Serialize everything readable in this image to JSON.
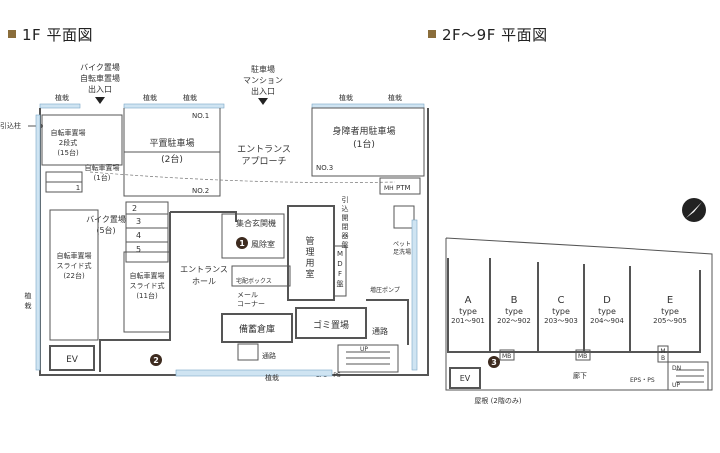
{
  "headings": {
    "floor1": "1F 平面図",
    "floor2": "2F～9F 平面図"
  },
  "colors": {
    "wall": "#555555",
    "planter": "#cfe4f2",
    "marker": "#3d2b1f",
    "heading_bullet": "#8a6d3b"
  },
  "floor1": {
    "bike_entrance": [
      "バイク置場",
      "自転車置場",
      "出入口"
    ],
    "car_entrance": [
      "駐車場",
      "マンション",
      "出入口"
    ],
    "hikikomi": "引込柱",
    "planter": "植栽",
    "planter_side": [
      "植",
      "栽"
    ],
    "bicycle_2tier": [
      "自転車置場",
      "2段式",
      "(15台)"
    ],
    "bicycle_1": [
      "自転車置場",
      "(1台)"
    ],
    "slot_numbers": [
      "1",
      "2",
      "3",
      "4",
      "5"
    ],
    "bike_parking": [
      "バイク置場",
      "(5台)"
    ],
    "bicycle_slide_22": [
      "自転車置場",
      "スライド式",
      "(22台)"
    ],
    "bicycle_slide_11": [
      "自転車置場",
      "スライド式",
      "(11台)"
    ],
    "flat_parking": [
      "平置駐車場",
      "(2台)"
    ],
    "no1": "NO.1",
    "no2": "NO.2",
    "no3": "NO.3",
    "entrance_approach": [
      "エントランス",
      "アプローチ"
    ],
    "disabled_parking": [
      "身障者用駐車場",
      "(1台)"
    ],
    "ptm": "PTM",
    "mh": "MH",
    "intercom": "集合玄関機",
    "wind_room": "風除室",
    "marker1": "1",
    "marker2": "2",
    "entrance_hall": [
      "エントランス",
      "ホール"
    ],
    "delivery_box": "宅配ボックス",
    "mail_corner": [
      "メール",
      "コーナー"
    ],
    "storage": "備蓄倉庫",
    "passage": "通路",
    "garbage": "ゴミ置場",
    "office": [
      "管",
      "理",
      "用",
      "室"
    ],
    "mdf": [
      "M",
      "D",
      "F",
      "盤"
    ],
    "switchboard": [
      "引",
      "込",
      "開",
      "閉",
      "器",
      "盤"
    ],
    "pet_wash": [
      "ペット",
      "足洗場"
    ],
    "water_pump": "増圧ポンプ",
    "ev": "EV",
    "up": "UP",
    "eps": "EPS・PS"
  },
  "floor2": {
    "units": [
      {
        "letter": "A",
        "type": "type",
        "rooms": "201～901"
      },
      {
        "letter": "B",
        "type": "type",
        "rooms": "202～902"
      },
      {
        "letter": "C",
        "type": "type",
        "rooms": "203～903"
      },
      {
        "letter": "D",
        "type": "type",
        "rooms": "204～904"
      },
      {
        "letter": "E",
        "type": "type",
        "rooms": "205～905"
      }
    ],
    "marker3": "3",
    "mb": "MB",
    "mb_e": [
      "M",
      "B"
    ],
    "corridor": "廊下",
    "ev": "EV",
    "eps": "EPS・PS",
    "dn": "DN",
    "up": "UP",
    "roof_note": "屋根 (2階のみ)"
  }
}
